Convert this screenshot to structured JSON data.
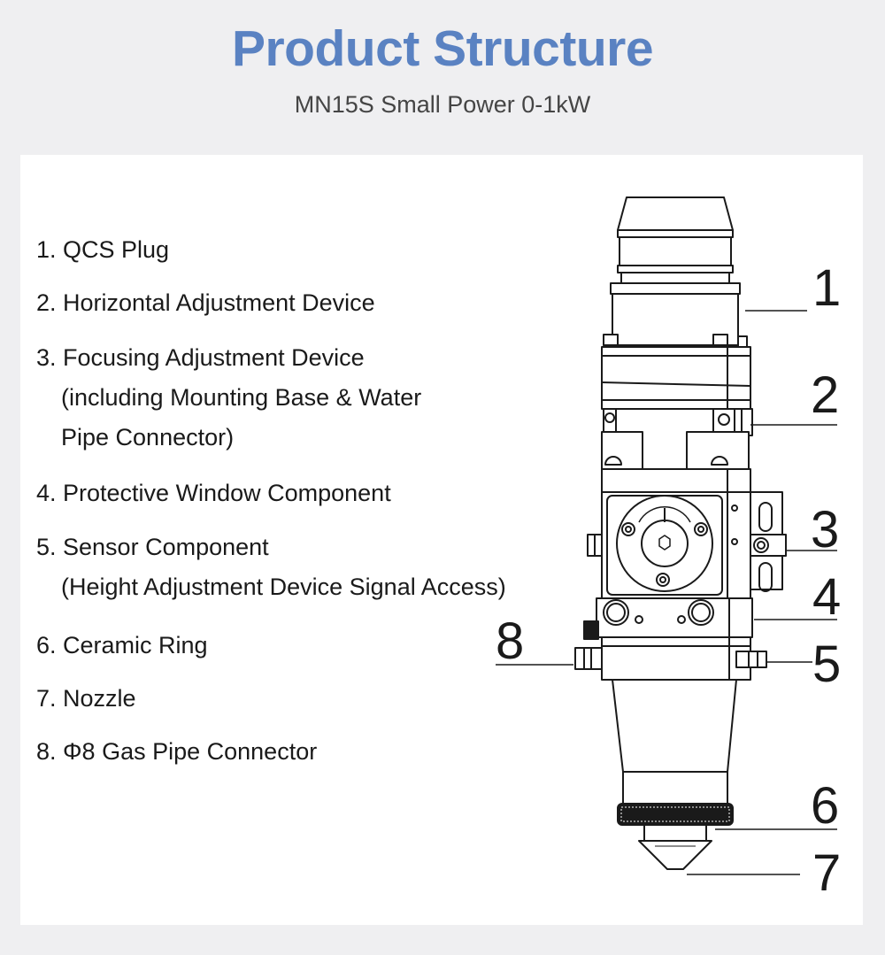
{
  "header": {
    "title": "Product Structure",
    "subtitle": "MN15S Small Power 0-1kW"
  },
  "parts": [
    {
      "line1": "1. QCS Plug",
      "line2": ""
    },
    {
      "line1": "2. Horizontal Adjustment Device",
      "line2": ""
    },
    {
      "line1": "3. Focusing Adjustment Device",
      "line2": "(including Mounting Base & Water",
      "line3": "Pipe Connector)"
    },
    {
      "line1": "4. Protective Window Component",
      "line2": ""
    },
    {
      "line1": "5. Sensor Component",
      "line2": "(Height Adjustment Device Signal Access)"
    },
    {
      "line1": "6. Ceramic Ring",
      "line2": ""
    },
    {
      "line1": "7. Nozzle",
      "line2": ""
    },
    {
      "line1": "8. Φ8 Gas Pipe Connector",
      "line2": ""
    }
  ],
  "callouts": [
    "1",
    "2",
    "3",
    "4",
    "5",
    "6",
    "7",
    "8"
  ],
  "colors": {
    "title": "#5a82c2",
    "background": "#efeff1",
    "panel": "#ffffff",
    "line_art": "#1a1a1a"
  }
}
